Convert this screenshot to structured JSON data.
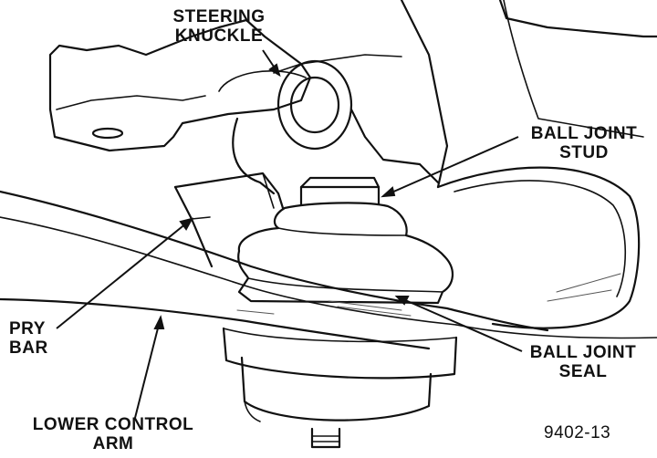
{
  "labels": {
    "steering_knuckle": [
      "STEERING",
      "KNUCKLE"
    ],
    "ball_joint_stud": [
      "BALL JOINT",
      "STUD"
    ],
    "pry_bar": [
      "PRY",
      "BAR"
    ],
    "ball_joint_seal": [
      "BALL JOINT",
      "SEAL"
    ],
    "lower_control_arm": [
      "LOWER CONTROL",
      "ARM"
    ]
  },
  "figure_number": "9402-13"
}
